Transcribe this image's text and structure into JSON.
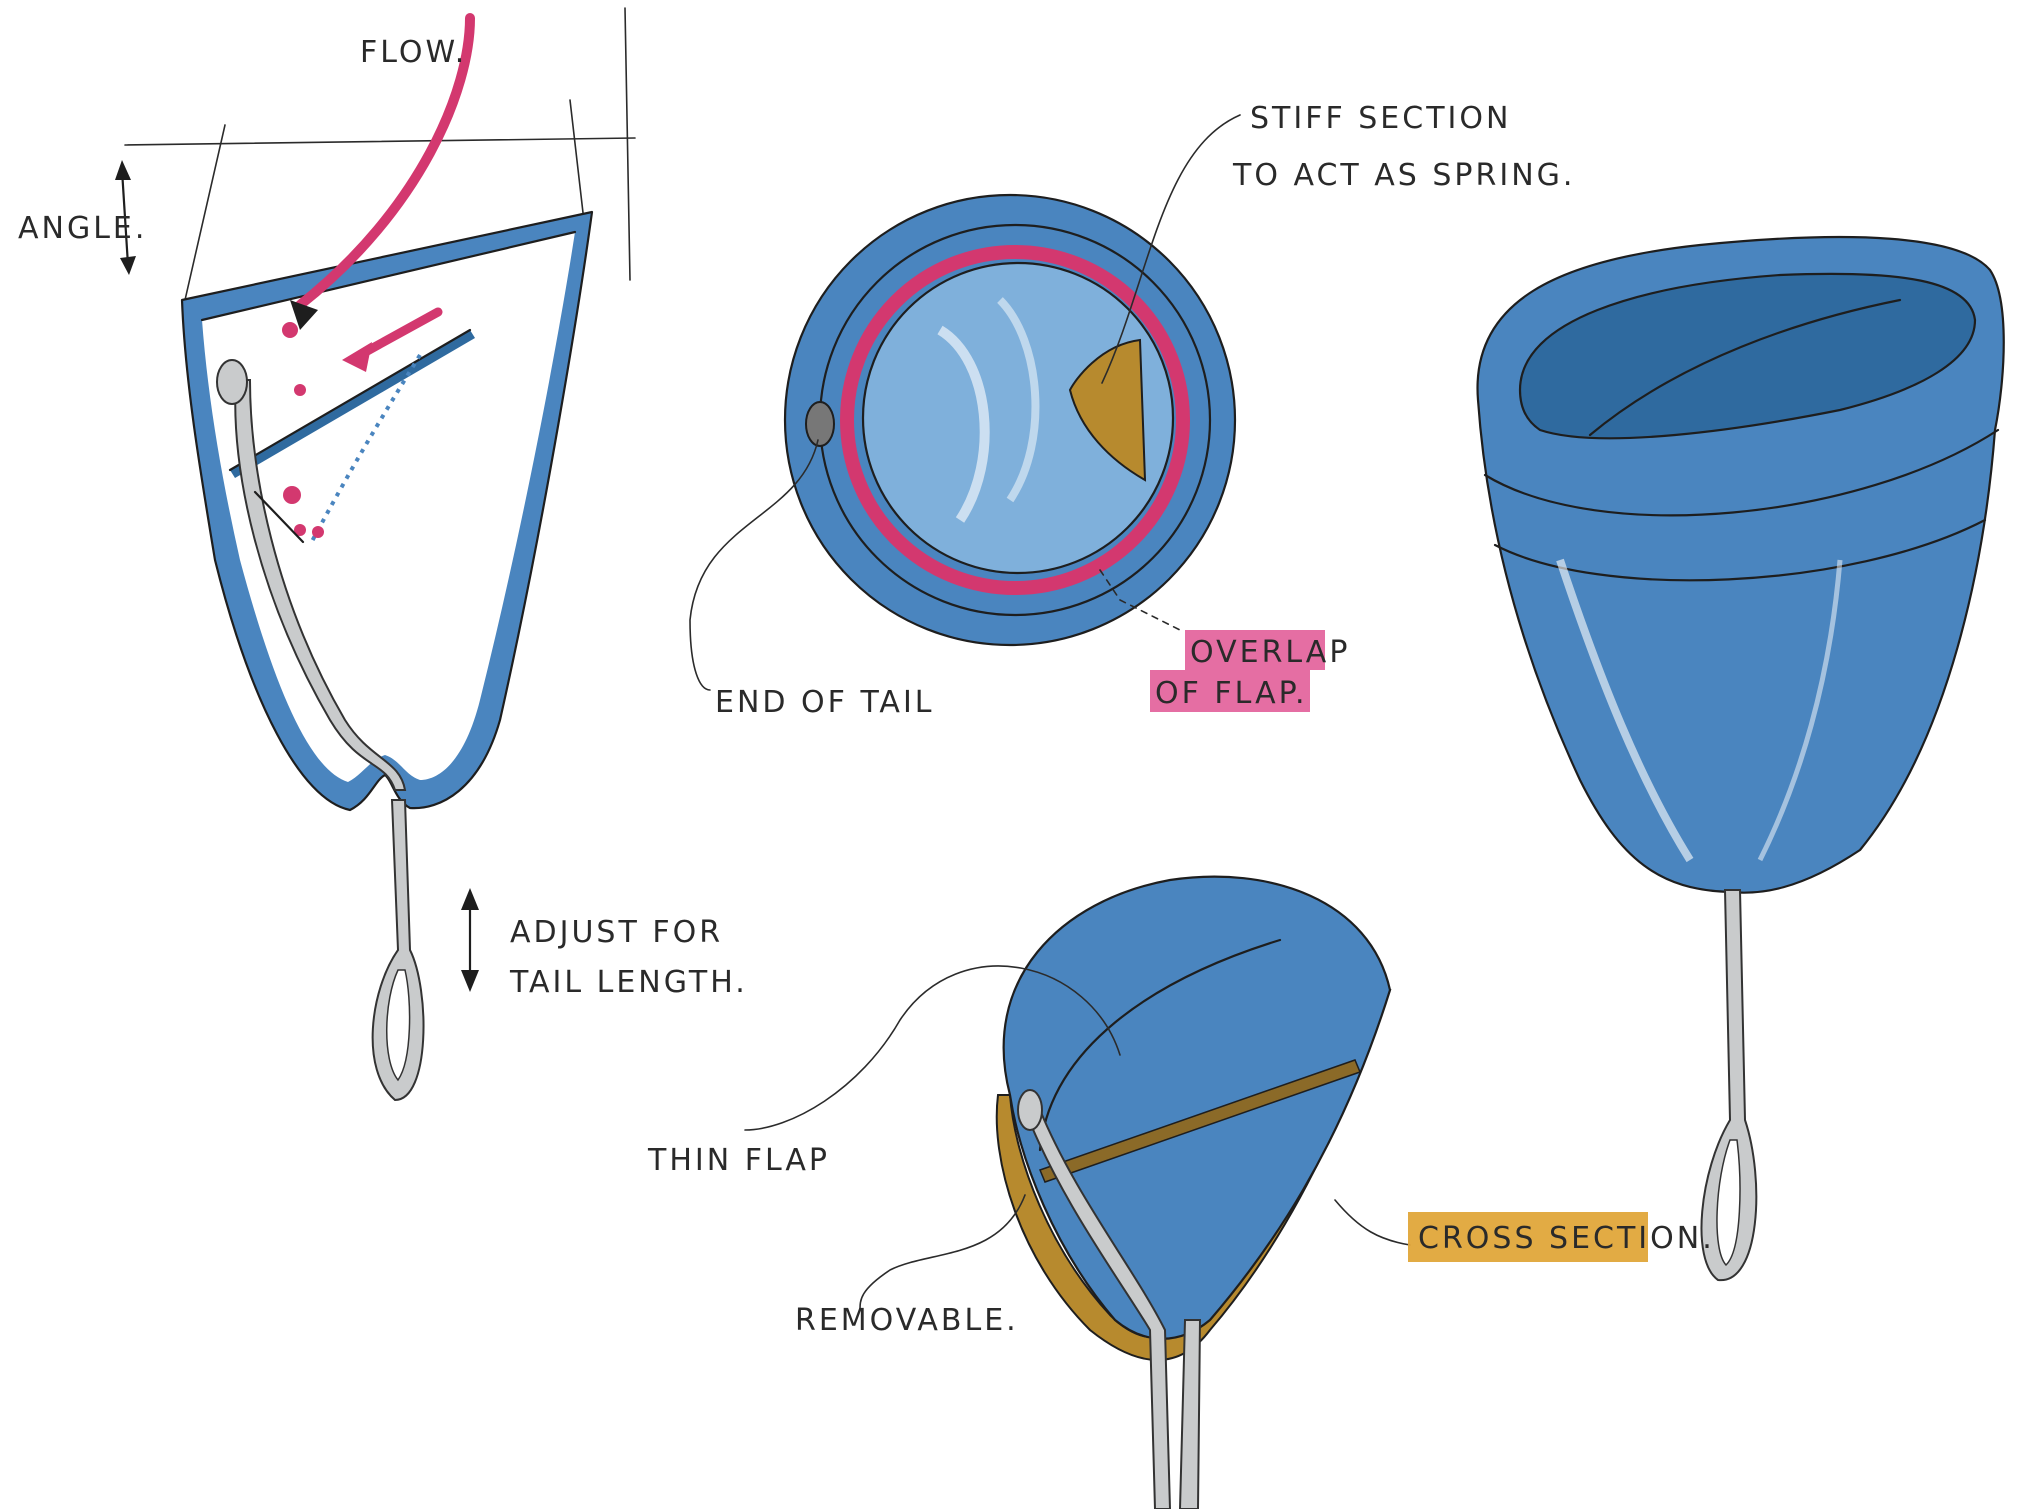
{
  "labels": {
    "flow": "FLOW.",
    "angle": "ANGLE.",
    "adjust_line1": "ADJUST FOR",
    "adjust_line2": "TAIL LENGTH.",
    "stiff_line1": "STIFF SECTION",
    "stiff_line2": "TO ACT AS SPRING.",
    "end_of_tail": "END OF TAIL",
    "overlap_line1": "OVERLAP",
    "overlap_line2": "OF FLAP.",
    "thin_flap": "THIN FLAP",
    "removable": "REMOVABLE.",
    "cross_section": "CROSS SECTION."
  },
  "colors": {
    "cup_blue": "#4a85bf",
    "flow_pink": "#d3386f",
    "overlap_highlight": "#e05593",
    "stiff_section": "#b78a2e",
    "cross_section_highlight": "#e0a73a",
    "tail_grey": "#c9cbcc"
  }
}
